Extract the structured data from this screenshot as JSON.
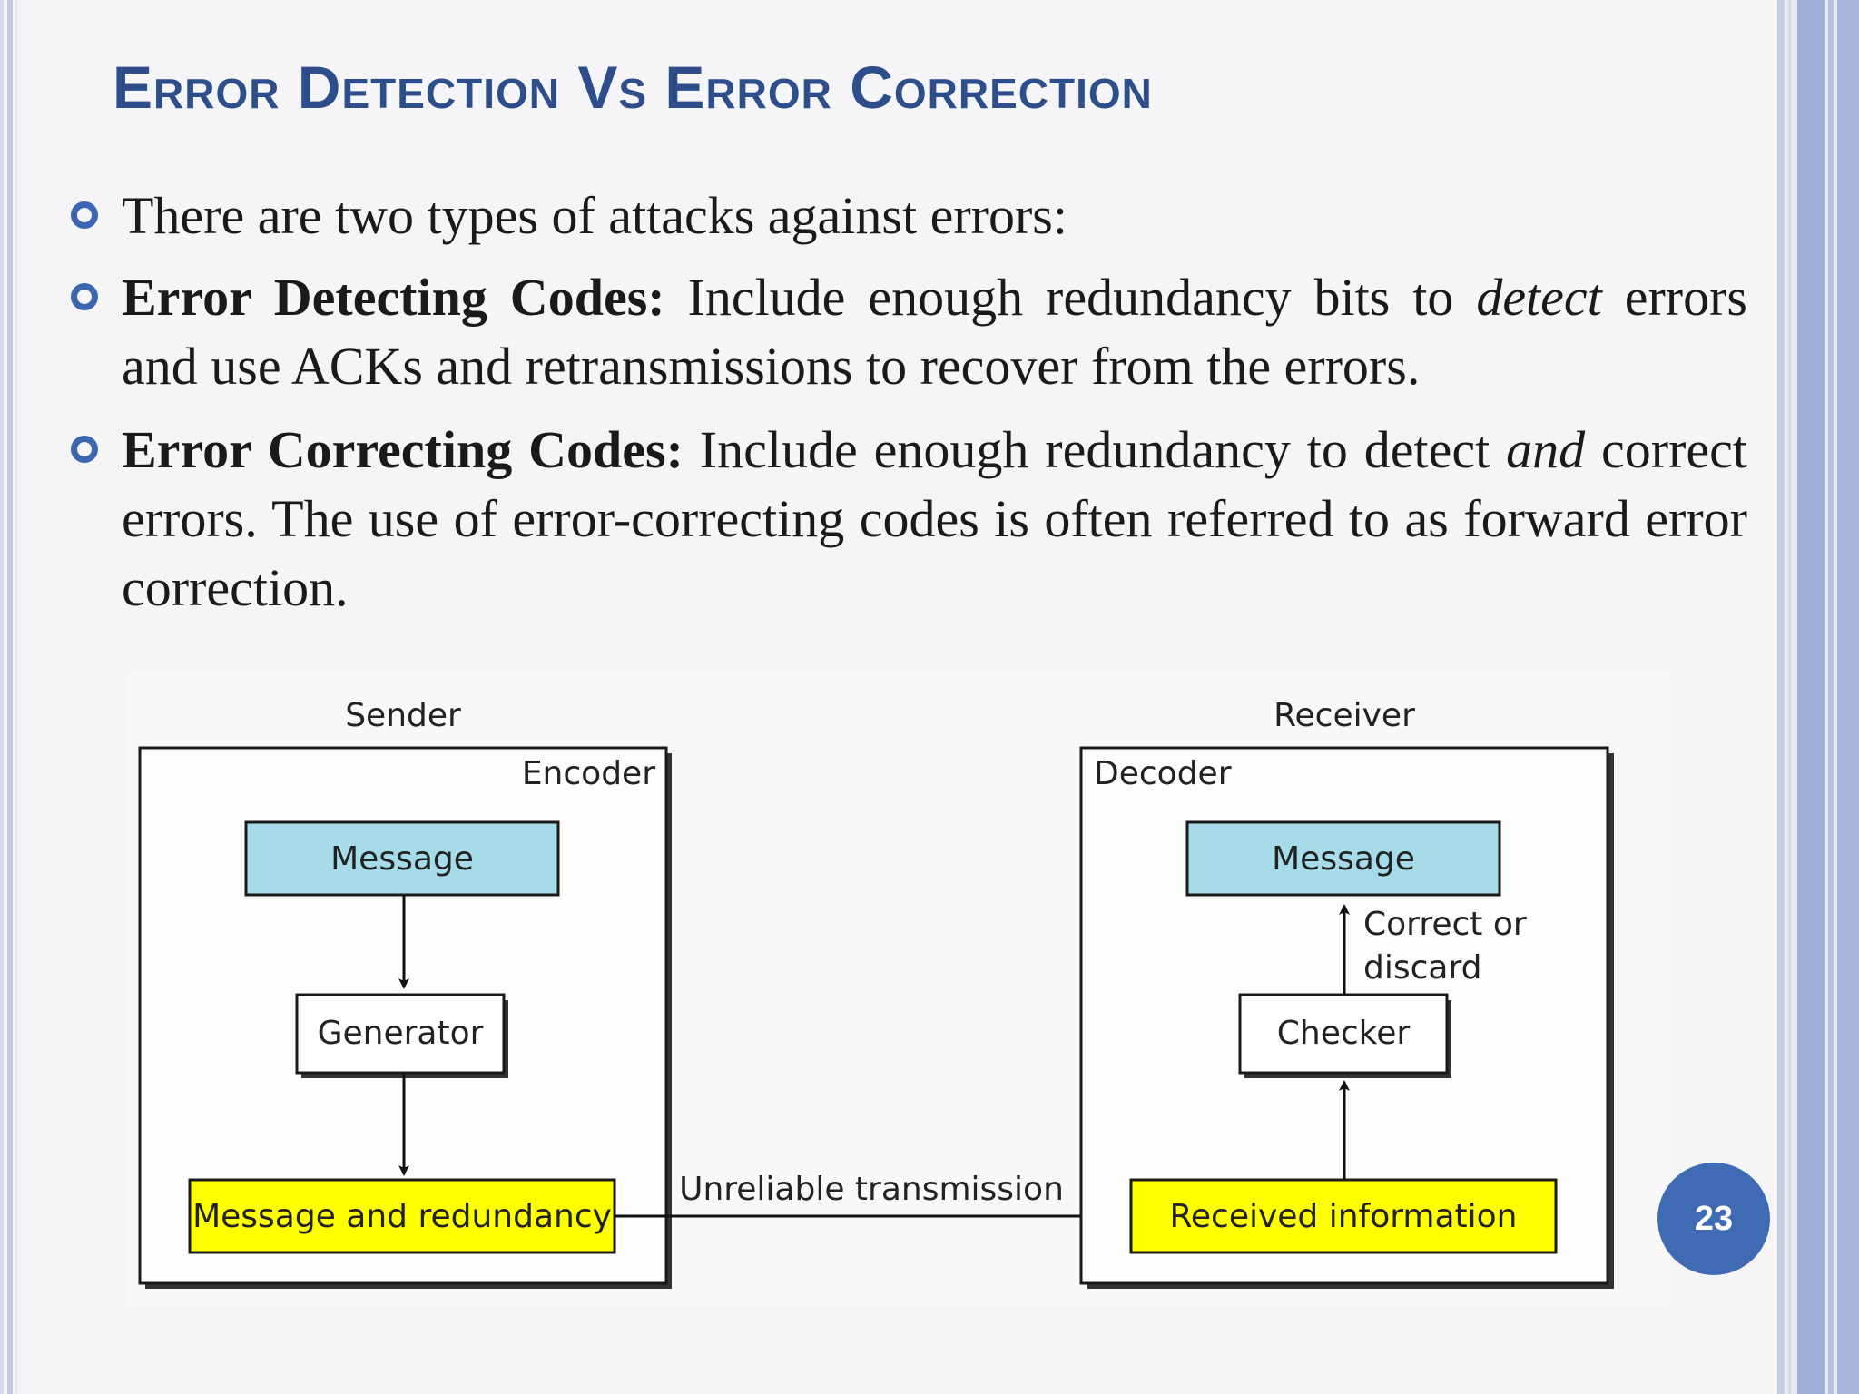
{
  "slide": {
    "title": "Error Detection Vs Error Correction",
    "page_number": "23"
  },
  "bullets": {
    "intro": "There are two types of attacks against errors:",
    "detecting": {
      "term": "Error Detecting Codes:",
      "text_before": " Include enough redundancy bits to ",
      "emphasis": "detect",
      "text_after": " errors and use ACKs and retransmissions to recover from the errors."
    },
    "correcting": {
      "term": "Error Correcting Codes:",
      "text_before": " Include enough redundancy to detect ",
      "emphasis": "and",
      "text_after": " correct errors. The use of error-correcting codes is often referred to as forward error correction."
    }
  },
  "diagram": {
    "sender_label": "Sender",
    "receiver_label": "Receiver",
    "encoder_label": "Encoder",
    "decoder_label": "Decoder",
    "sender_message": "Message",
    "generator": "Generator",
    "message_and_redundancy": "Message and redundancy",
    "transmission": "Unreliable transmission",
    "received_information": "Received information",
    "checker": "Checker",
    "correct_or_line1": "Correct or",
    "correct_or_line2": "discard",
    "receiver_message": "Message",
    "colors": {
      "message_box": "#a6dbe9",
      "redundancy_box": "#ffff00",
      "box_border": "#1a1a1a"
    }
  }
}
